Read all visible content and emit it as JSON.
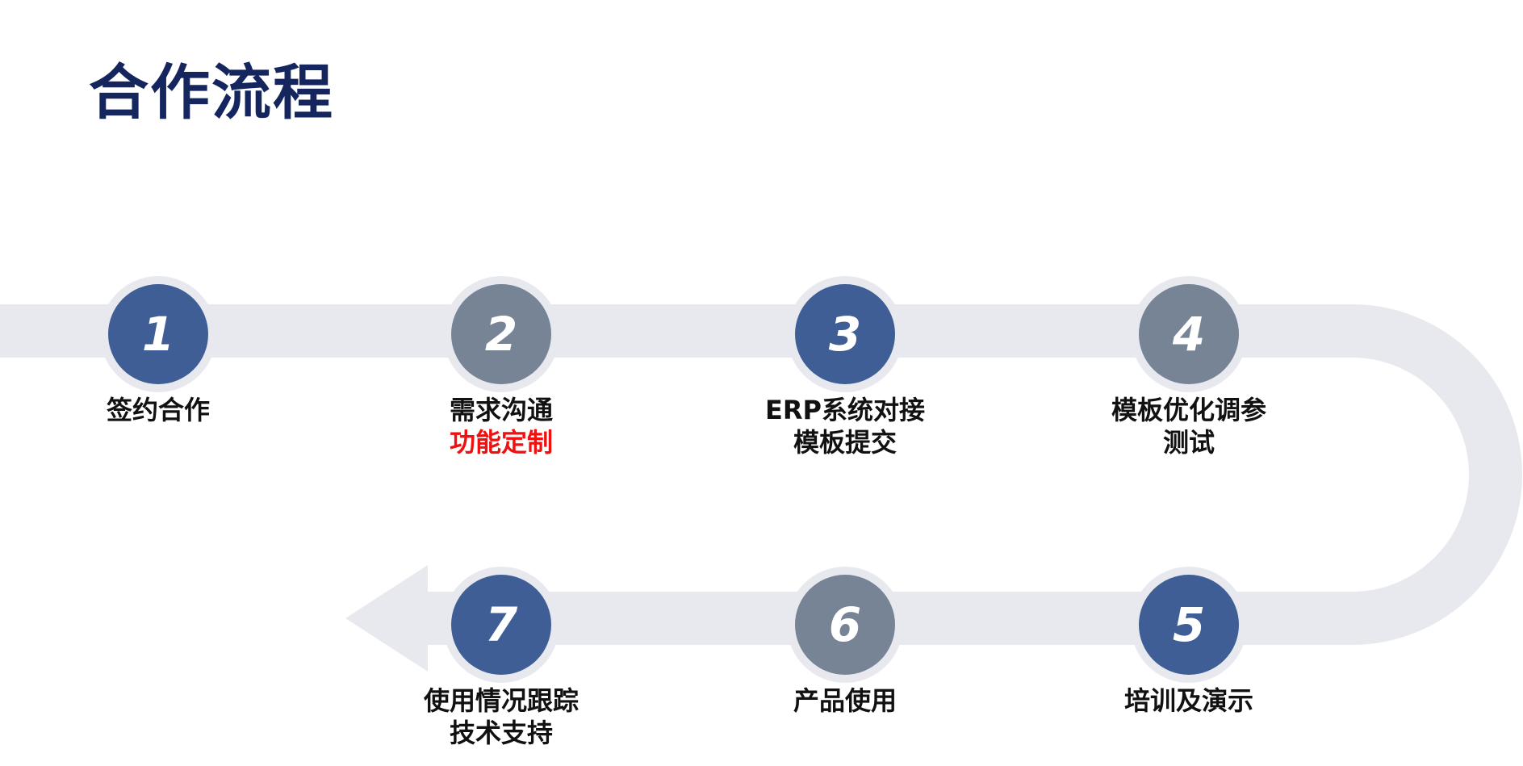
{
  "title": "合作流程",
  "colors": {
    "title": "#15265f",
    "track": "#e8e9ee",
    "blue": "#3f5e95",
    "gray": "#768496",
    "highlight": "#f01010"
  },
  "steps": [
    {
      "number": "1",
      "color": "blue",
      "lines": [
        "签约合作"
      ]
    },
    {
      "number": "2",
      "color": "gray",
      "lines": [
        "需求沟通",
        "功能定制"
      ],
      "highlight_line": 1
    },
    {
      "number": "3",
      "color": "blue",
      "lines": [
        "ERP系统对接",
        "模板提交"
      ]
    },
    {
      "number": "4",
      "color": "gray",
      "lines": [
        "模板优化调参",
        "测试"
      ]
    },
    {
      "number": "5",
      "color": "blue",
      "lines": [
        "培训及演示"
      ]
    },
    {
      "number": "6",
      "color": "gray",
      "lines": [
        "产品使用"
      ]
    },
    {
      "number": "7",
      "color": "blue",
      "lines": [
        "使用情况跟踪",
        "技术支持"
      ]
    }
  ]
}
